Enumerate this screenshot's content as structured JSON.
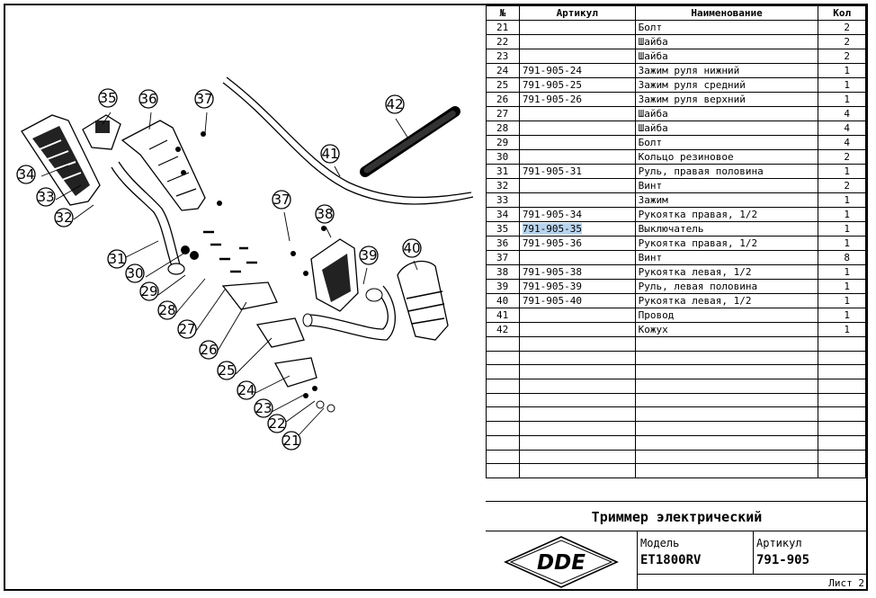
{
  "table": {
    "headers": {
      "num": "№",
      "article": "Артикул",
      "name": "Наименование",
      "qty": "Кол"
    },
    "rows": [
      {
        "num": "21",
        "article": "",
        "name": "Болт",
        "qty": "2"
      },
      {
        "num": "22",
        "article": "",
        "name": "Шайба",
        "qty": "2"
      },
      {
        "num": "23",
        "article": "",
        "name": "Шайба",
        "qty": "2"
      },
      {
        "num": "24",
        "article": "791-905-24",
        "name": "Зажим руля нижний",
        "qty": "1"
      },
      {
        "num": "25",
        "article": "791-905-25",
        "name": "Зажим руля средний",
        "qty": "1"
      },
      {
        "num": "26",
        "article": "791-905-26",
        "name": "Зажим руля верхний",
        "qty": "1"
      },
      {
        "num": "27",
        "article": "",
        "name": "Шайба",
        "qty": "4"
      },
      {
        "num": "28",
        "article": "",
        "name": "Шайба",
        "qty": "4"
      },
      {
        "num": "29",
        "article": "",
        "name": "Болт",
        "qty": "4"
      },
      {
        "num": "30",
        "article": "",
        "name": "Кольцо резиновое",
        "qty": "2"
      },
      {
        "num": "31",
        "article": "791-905-31",
        "name": "Руль, правая половина",
        "qty": "1"
      },
      {
        "num": "32",
        "article": "",
        "name": "Винт",
        "qty": "2"
      },
      {
        "num": "33",
        "article": "",
        "name": "Зажим",
        "qty": "1"
      },
      {
        "num": "34",
        "article": "791-905-34",
        "name": "Рукоятка правая, 1/2",
        "qty": "1"
      },
      {
        "num": "35",
        "article": "791-905-35",
        "name": "Выключатель",
        "qty": "1",
        "selected": true
      },
      {
        "num": "36",
        "article": "791-905-36",
        "name": "Рукоятка правая, 1/2",
        "qty": "1"
      },
      {
        "num": "37",
        "article": "",
        "name": "Винт",
        "qty": "8"
      },
      {
        "num": "38",
        "article": "791-905-38",
        "name": "Рукоятка левая, 1/2",
        "qty": "1"
      },
      {
        "num": "39",
        "article": "791-905-39",
        "name": "Руль, левая половина",
        "qty": "1"
      },
      {
        "num": "40",
        "article": "791-905-40",
        "name": "Рукоятка левая, 1/2",
        "qty": "1"
      },
      {
        "num": "41",
        "article": "",
        "name": "Провод",
        "qty": "1"
      },
      {
        "num": "42",
        "article": "",
        "name": "Кожух",
        "qty": "1"
      }
    ],
    "empty_rows": 10
  },
  "title_block": {
    "title": "Триммер электрический",
    "logo_text": "DDE",
    "model_label": "Модель",
    "model_value": "ET1800RV",
    "article_label": "Артикул",
    "article_value": "791-905",
    "sheet": "Лист 2"
  },
  "callouts": [
    "21",
    "22",
    "23",
    "24",
    "25",
    "26",
    "27",
    "28",
    "29",
    "30",
    "31",
    "32",
    "33",
    "34",
    "35",
    "36",
    "37",
    "37",
    "38",
    "39",
    "40",
    "41",
    "42"
  ],
  "colors": {
    "highlight": "#b9d4ee",
    "line": "#000000"
  }
}
